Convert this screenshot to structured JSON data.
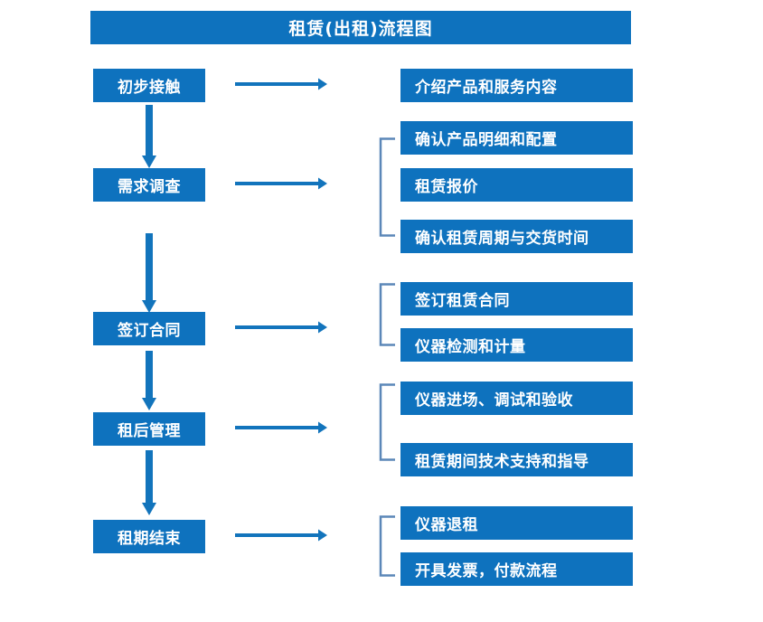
{
  "diagram": {
    "title": "租赁(出租)流程图",
    "colors": {
      "box_fill": "#0E72BE",
      "box_text": "#FFFFFF",
      "arrow": "#1274BC",
      "bracket": "#5B87B8",
      "background": "#FFFFFF"
    },
    "stages": [
      {
        "id": "stage-1",
        "label": "初步接触",
        "details": [
          "介绍产品和服务内容"
        ],
        "has_bracket": false,
        "arrow_to_next": true
      },
      {
        "id": "stage-2",
        "label": "需求调查",
        "details": [
          "确认产品明细和配置",
          "租赁报价",
          "确认租赁周期与交货时间"
        ],
        "has_bracket": true,
        "arrow_to_next": true
      },
      {
        "id": "stage-3",
        "label": "签订合同",
        "details": [
          "签订租赁合同",
          "仪器检测和计量"
        ],
        "has_bracket": true,
        "arrow_to_next": true
      },
      {
        "id": "stage-4",
        "label": "租后管理",
        "details": [
          "仪器进场、调试和验收",
          "租赁期间技术支持和指导"
        ],
        "has_bracket": true,
        "arrow_to_next": true
      },
      {
        "id": "stage-5",
        "label": "租期结束",
        "details": [
          "仪器退租",
          "开具发票，付款流程"
        ],
        "has_bracket": true,
        "arrow_to_next": false
      }
    ]
  }
}
